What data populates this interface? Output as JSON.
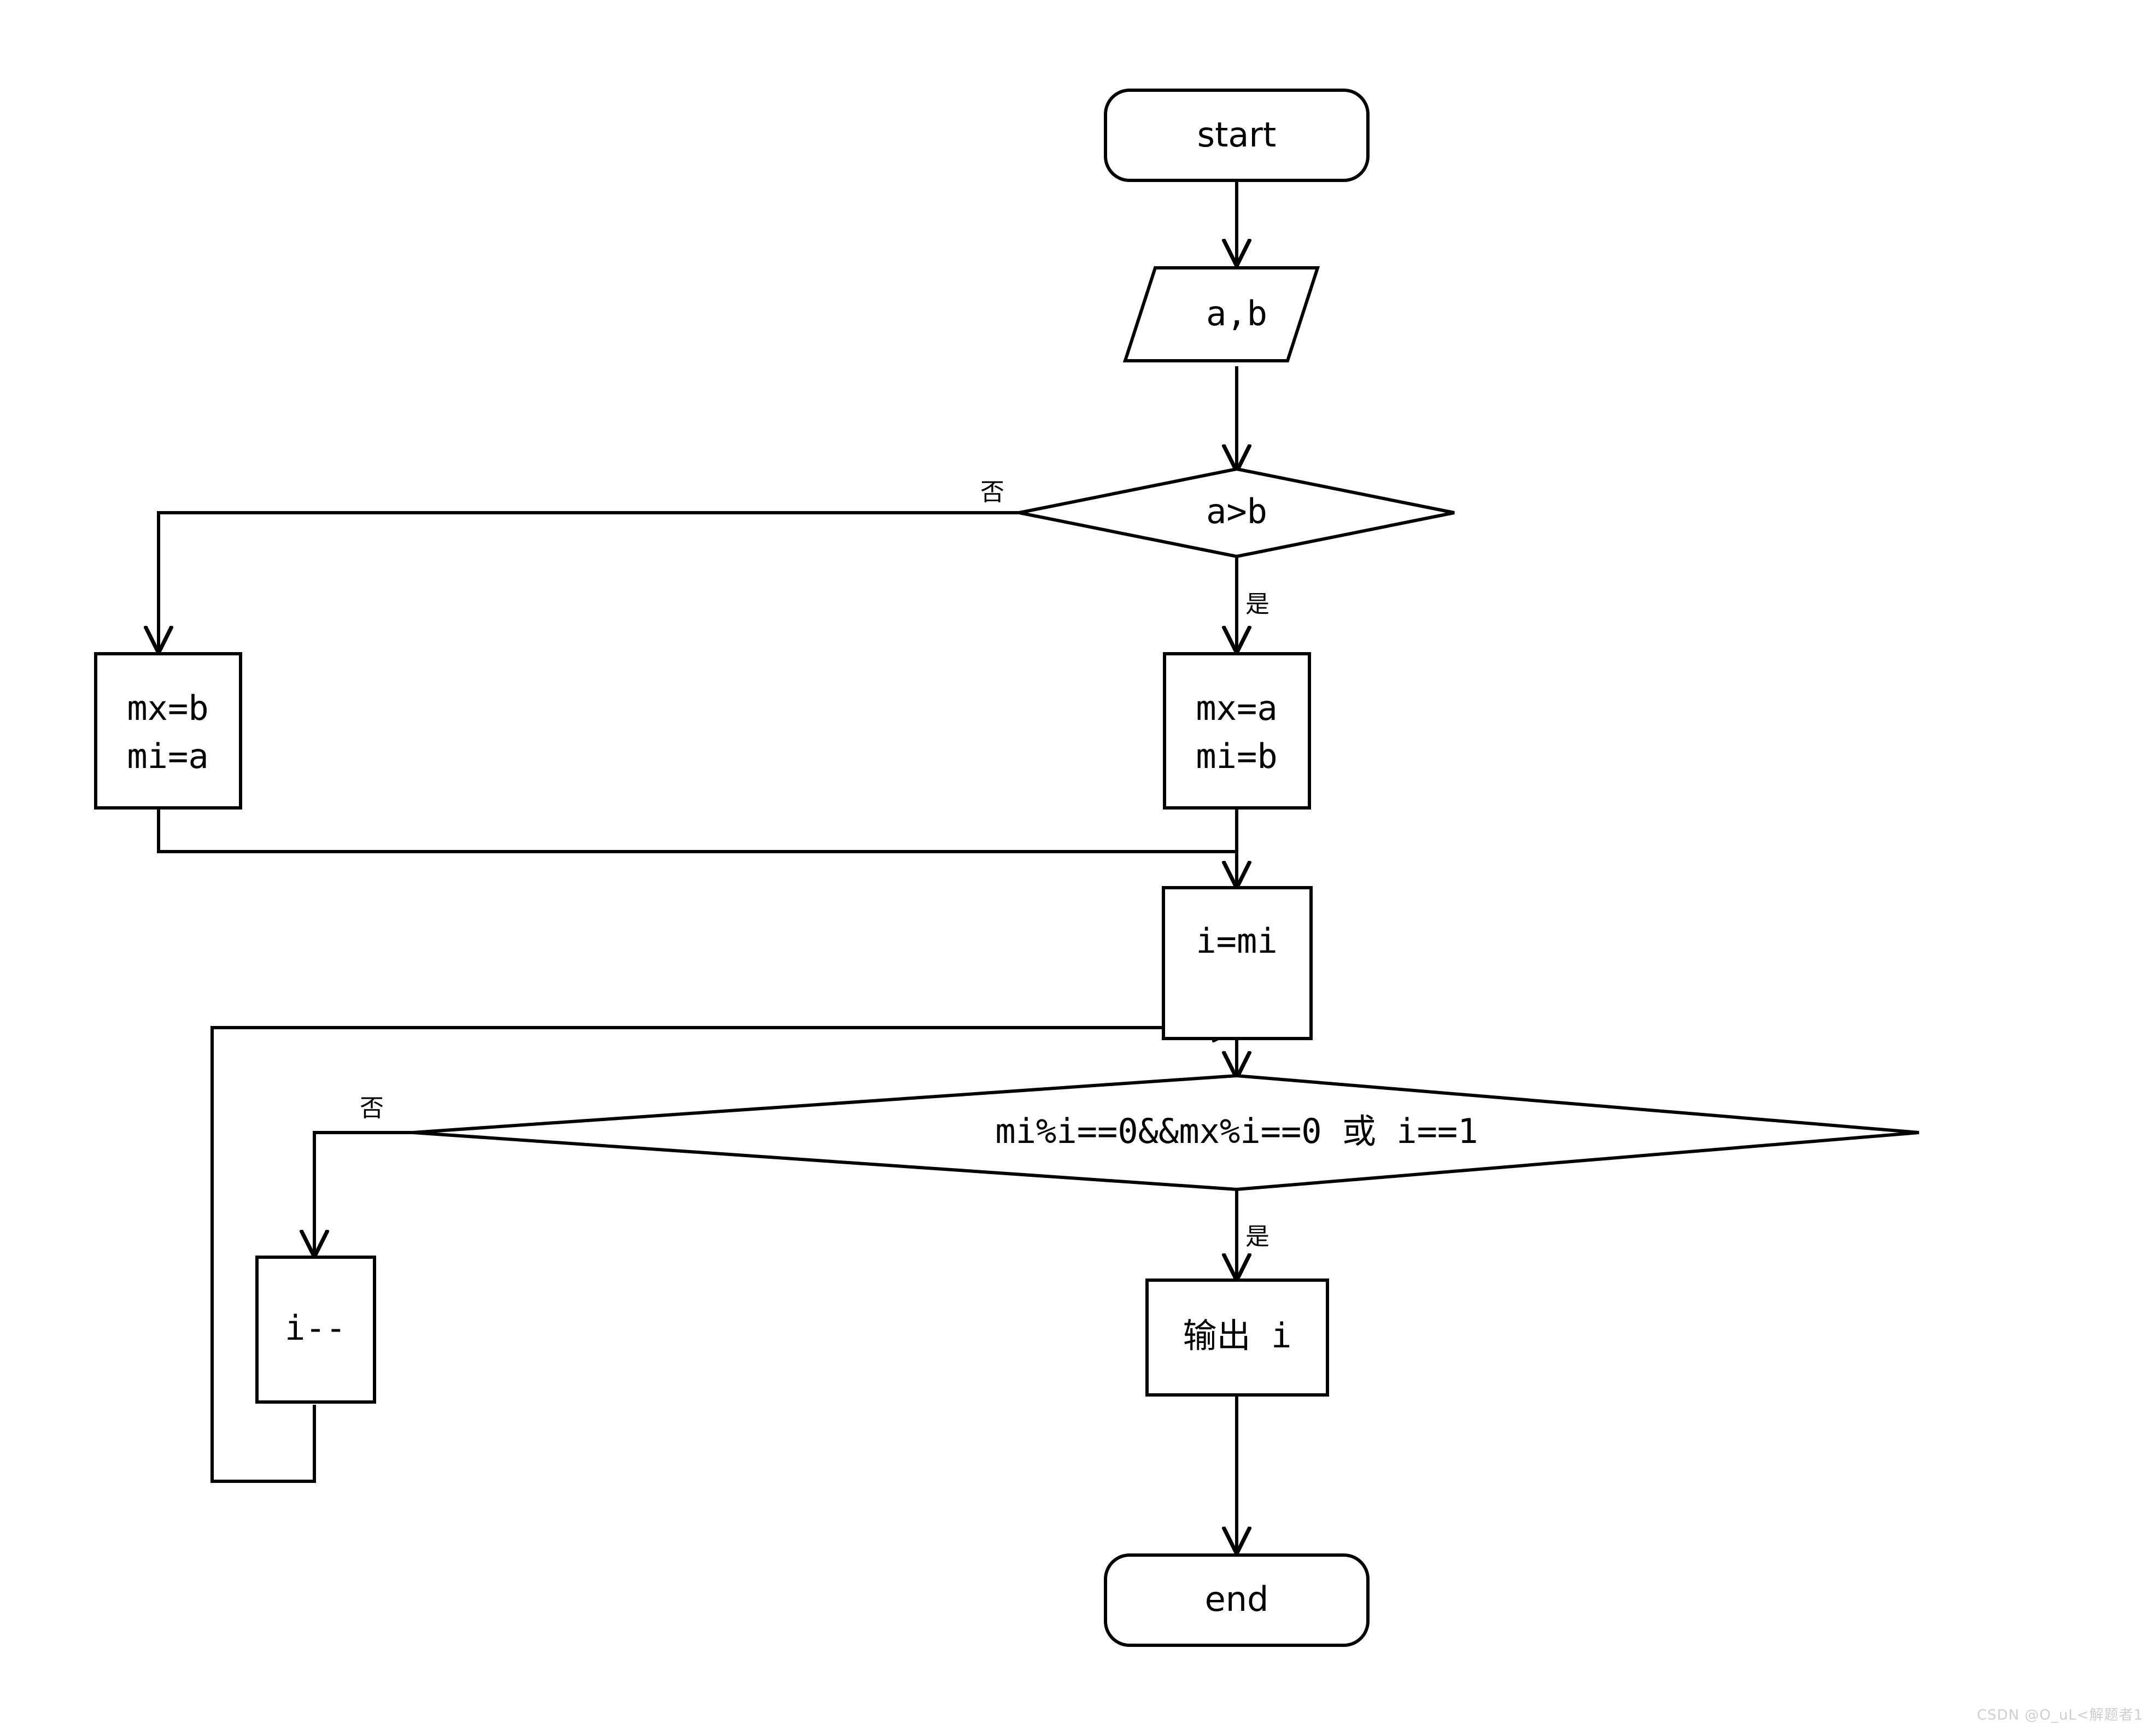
{
  "diagram": {
    "type": "flowchart",
    "title": "prime/gcd style flowchart",
    "background_color": "#ffffff",
    "stroke_color": "#000000",
    "nodes": [
      {
        "id": "start",
        "shape": "rounded-rect",
        "label": "start"
      },
      {
        "id": "input",
        "shape": "parallelogram",
        "label": "a,b"
      },
      {
        "id": "cond1",
        "shape": "diamond",
        "label": "a>b"
      },
      {
        "id": "assign_no",
        "shape": "rect",
        "label_line1": "mx=b",
        "label_line2": "mi=a"
      },
      {
        "id": "assign_yes",
        "shape": "rect",
        "label_line1": "mx=a",
        "label_line2": "mi=b"
      },
      {
        "id": "init",
        "shape": "rect",
        "label": "i=mi"
      },
      {
        "id": "cond2",
        "shape": "diamond",
        "label": "mi%i==0&&mx%i==0 或 i==1"
      },
      {
        "id": "decr",
        "shape": "rect",
        "label": "i--"
      },
      {
        "id": "output",
        "shape": "rect",
        "label": "输出 i"
      },
      {
        "id": "end",
        "shape": "rounded-rect",
        "label": "end"
      }
    ],
    "edges": [
      {
        "from": "start",
        "to": "input",
        "label": ""
      },
      {
        "from": "input",
        "to": "cond1",
        "label": ""
      },
      {
        "from": "cond1",
        "to": "assign_no",
        "label": "否"
      },
      {
        "from": "cond1",
        "to": "assign_yes",
        "label": "是"
      },
      {
        "from": "assign_no",
        "to": "init",
        "label": ""
      },
      {
        "from": "assign_yes",
        "to": "init",
        "label": ""
      },
      {
        "from": "init",
        "to": "cond2",
        "label": ""
      },
      {
        "from": "cond2",
        "to": "decr",
        "label": "否"
      },
      {
        "from": "cond2",
        "to": "output",
        "label": "是"
      },
      {
        "from": "decr",
        "to": "cond2",
        "label": ""
      },
      {
        "from": "output",
        "to": "end",
        "label": ""
      }
    ],
    "edge_labels": {
      "no": "否",
      "yes": "是"
    }
  },
  "watermark": {
    "text": "CSDN @O_uL<解题者1"
  }
}
